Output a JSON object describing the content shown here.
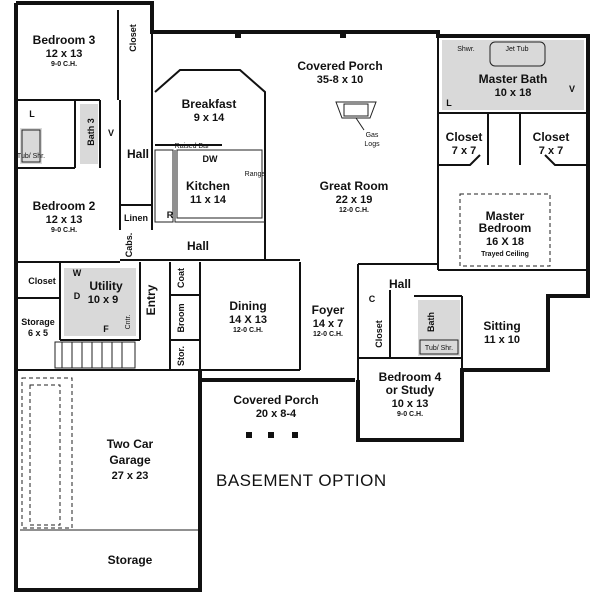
{
  "rooms": {
    "bedroom3": {
      "name": "Bedroom 3",
      "dims": "12 x 13",
      "ceiling": "9-0 C.H."
    },
    "bedroom3_closet": {
      "name": "Closet"
    },
    "bath3": {
      "name": "Bath 3"
    },
    "bedroom2": {
      "name": "Bedroom 2",
      "dims": "12 x 13",
      "ceiling": "9-0 C.H."
    },
    "hall_left": {
      "name": "Hall"
    },
    "linen": {
      "name": "Linen"
    },
    "cabs": {
      "name": "Cabs."
    },
    "breakfast": {
      "name": "Breakfast",
      "dims": "9 x 14"
    },
    "kitchen": {
      "name": "Kitchen",
      "dims": "11 x 14",
      "raised_bar": "Raised Bar",
      "dw": "DW",
      "range": "Range",
      "r": "R"
    },
    "covered_porch_rear": {
      "name": "Covered Porch",
      "dims": "35-8 x 10"
    },
    "great_room": {
      "name": "Great Room",
      "dims": "22 x 19",
      "ceiling": "12-0 C.H."
    },
    "gas_logs": {
      "name": "Gas\nLogs",
      "line1": "Gas",
      "line2": "Logs"
    },
    "master_bath": {
      "name": "Master Bath",
      "dims": "10 x 18",
      "shower": "Shwr.",
      "jet_tub": "Jet Tub"
    },
    "closet_a": {
      "name": "Closet",
      "dims": "7 x 7"
    },
    "closet_b": {
      "name": "Closet",
      "dims": "7 x 7"
    },
    "master_bedroom": {
      "name_line1": "Master",
      "name_line2": "Bedroom",
      "dims": "16  X 18",
      "ceiling": "Trayed Ceiling"
    },
    "hall_center": {
      "name": "Hall"
    },
    "hall_right": {
      "name": "Hall"
    },
    "utility": {
      "name": "Utility",
      "dims": "10 x 9",
      "w": "W",
      "d": "D",
      "f": "F"
    },
    "storage_small": {
      "name": "Storage",
      "dims": "6 x 5"
    },
    "closet_left": {
      "name": "Closet"
    },
    "cntr": {
      "name": "Cntr."
    },
    "entry": {
      "name": "Entry"
    },
    "coat": {
      "name": "Coat"
    },
    "broom": {
      "name": "Broom"
    },
    "stor": {
      "name": "Stor."
    },
    "dining": {
      "name": "Dining",
      "dims": "14 X 13",
      "ceiling": "12-0 C.H."
    },
    "foyer": {
      "name": "Foyer",
      "dims": "14 x 7",
      "ceiling": "12-0 C.H."
    },
    "c_closet": {
      "name": "C"
    },
    "closet_bed4": {
      "name": "Closet"
    },
    "bath_bed4": {
      "name": "Bath",
      "tub": "Tub/ Shr."
    },
    "tub_bath3": {
      "name": "Tub/ Shr."
    },
    "bedroom4": {
      "name_line1": "Bedroom 4",
      "name_line2": "or Study",
      "dims": "10 x 13",
      "ceiling": "9-0 C.H."
    },
    "sitting": {
      "name": "Sitting",
      "dims": "11 x 10"
    },
    "covered_porch_front": {
      "name": "Covered Porch",
      "dims": "20 x 8-4"
    },
    "garage": {
      "name_line1": "Two Car",
      "name_line2": "Garage",
      "dims": "27 x 23",
      "storage": "Storage"
    },
    "misc": {
      "l1": "L",
      "l2": "L",
      "v1": "V",
      "v2": "V"
    }
  },
  "basement_option": "BASEMENT OPTION"
}
